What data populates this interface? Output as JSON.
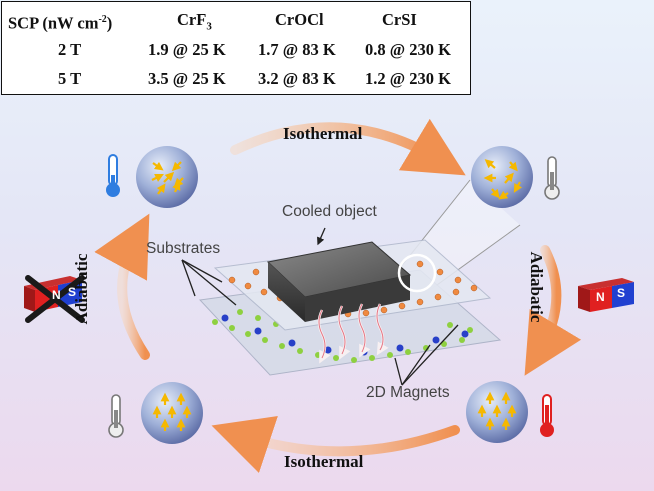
{
  "table": {
    "header_main": "SCP (nW cm",
    "header_sup": "-2",
    "header_close": ")",
    "col1_base": "CrF",
    "col1_sub": "3",
    "col2": "CrOCl",
    "col3": "CrSI",
    "rows": [
      {
        "field": "2 T",
        "v1": "1.9 @ 25 K",
        "v2": "1.7 @ 83 K",
        "v3": "0.8 @ 230 K"
      },
      {
        "field": "5 T",
        "v1": "3.5 @ 25 K",
        "v2": "3.2 @ 83 K",
        "v3": "1.2 @ 230 K"
      }
    ]
  },
  "labels": {
    "isothermal_top": "Isothermal",
    "isothermal_bottom": "Isothermal",
    "adiabatic_left": "Adiabatic",
    "adiabatic_right": "Adiabatic",
    "cooled_object": "Cooled object",
    "substrates": "Substrates",
    "magnets": "2D Magnets",
    "magnet_north": "N",
    "magnet_south": "S"
  },
  "colors": {
    "cycle_arrow": "#f0a070",
    "spin_arrow": "#f5b800",
    "thermo_cold": "#2f7de0",
    "thermo_hot": "#e02020",
    "magnet_red": "#e02020",
    "magnet_blue": "#2040d0"
  }
}
